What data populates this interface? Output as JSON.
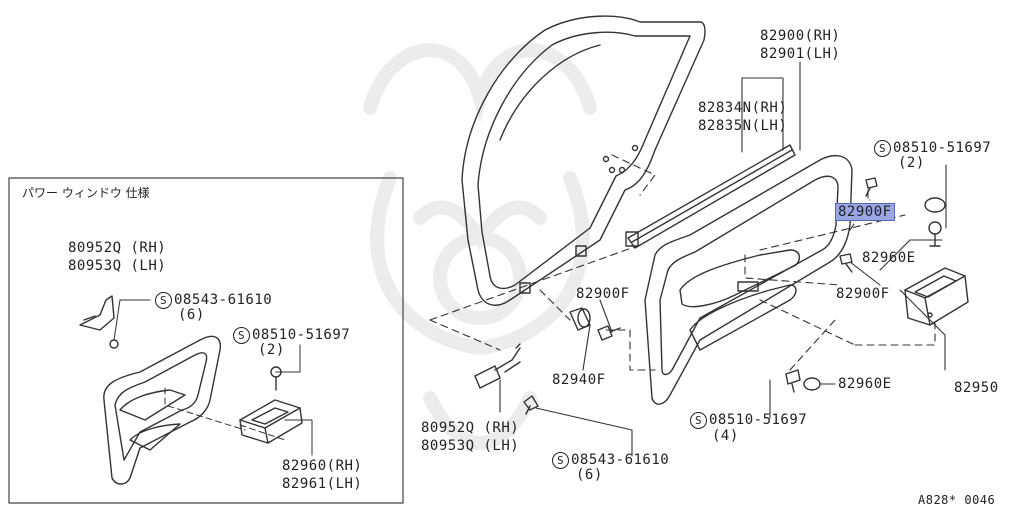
{
  "inset": {
    "title": "パワー ウィンドウ 仕様",
    "labels": {
      "reg_rh": "80952Q (RH)",
      "reg_lh": "80953Q (LH)",
      "screw1": "08543-61610",
      "screw1_qty": "(6)",
      "screw2": "08510-51697",
      "screw2_qty": "(2)",
      "pocket_rh": "82960(RH)",
      "pocket_lh": "82961(LH)"
    }
  },
  "labels": {
    "trim_rh": "82900(RH)",
    "trim_lh": "82901(LH)",
    "strip_rh": "82834N(RH)",
    "strip_lh": "82835N(LH)",
    "screw_top": "08510-51697",
    "screw_top_qty": "(2)",
    "clip_highlight": "82900F",
    "cap_top": "82960E",
    "clip_right": "82900F",
    "clip_left": "82900F",
    "pull_cup": "82950",
    "grommet": "82940F",
    "screw_bottom": "08510-51697",
    "screw_bottom_qty": "(4)",
    "cap_bottom": "82960E",
    "reg_rh": "80952Q (RH)",
    "reg_lh": "80953Q (LH)",
    "screw_reg": "08543-61610",
    "screw_reg_qty": "(6)"
  },
  "circle_symbol": "S",
  "footer_code": "A828* 0046",
  "highlight_color": "#9aa6e4"
}
